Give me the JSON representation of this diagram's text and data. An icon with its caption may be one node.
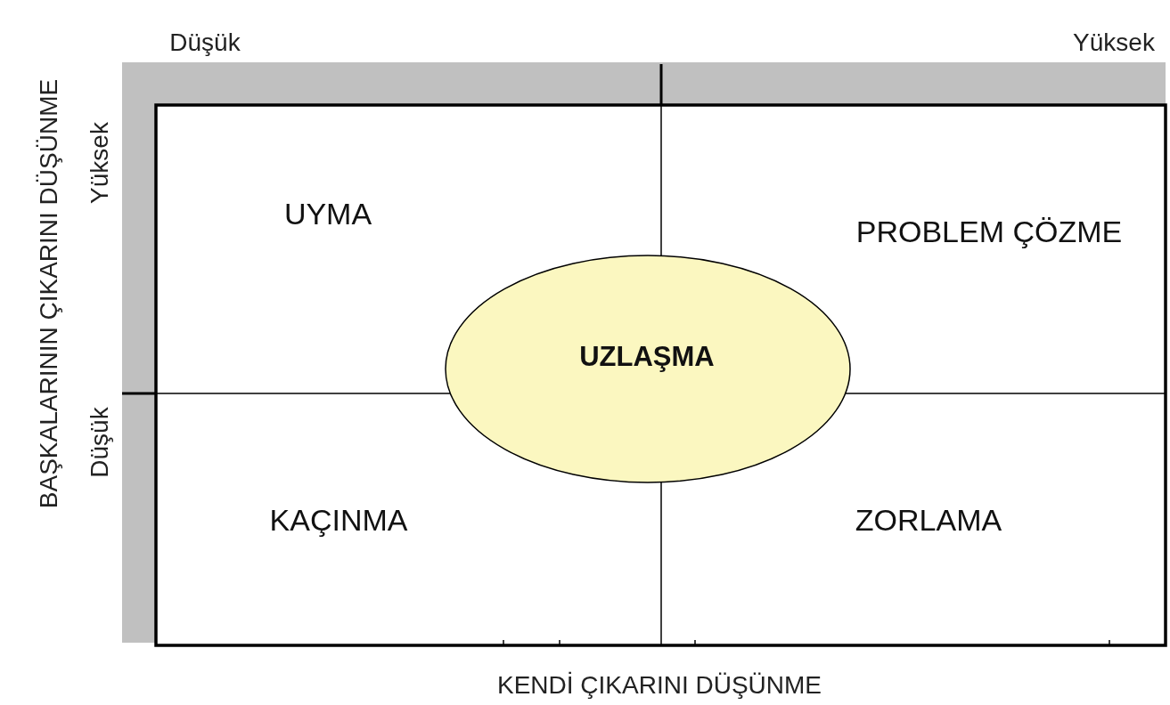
{
  "diagram": {
    "nodes": [
      {
        "text": [
          "UYMA"
        ]
      },
      {
        "text": [
          "PROBLEM ÇÖZME"
        ]
      },
      {
        "text": [
          "KAÇINMA"
        ]
      },
      {
        "text": [
          "ZORLAMA"
        ]
      },
      {
        "text": [
          "UZLAŞMA"
        ]
      }
    ],
    "labels": [
      "BAŞKALARININ ÇIKARINI DÜŞÜNME",
      "Düşük",
      "Yüksek",
      "Yüksek",
      "Düşük",
      "KENDİ ÇIKARINI DÜŞÜNME"
    ]
  }
}
